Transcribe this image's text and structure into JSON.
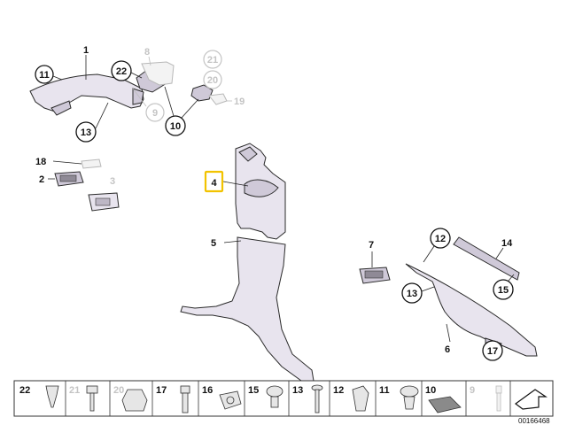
{
  "callouts": {
    "c1": "1",
    "c2": "2",
    "c3": "3",
    "c4": "4",
    "c5": "5",
    "c6": "6",
    "c7": "7",
    "c8": "8",
    "c9": "9",
    "c10": "10",
    "c11": "11",
    "c12": "12",
    "c13a": "13",
    "c13b": "13",
    "c14": "14",
    "c15": "15",
    "c17": "17",
    "c18": "18",
    "c19": "19",
    "c20": "20",
    "c21": "21",
    "c22": "22"
  },
  "highlighted_part": "4",
  "highlight_color": "#f2c300",
  "fastener_strip": {
    "items": [
      "22",
      "21",
      "20",
      "17",
      "16",
      "15",
      "13",
      "12",
      "11",
      "10",
      "9"
    ],
    "greyed": [
      "21",
      "20",
      "9"
    ]
  },
  "document_id": "00166468",
  "icons": [
    "arrow-pointer-icon"
  ]
}
